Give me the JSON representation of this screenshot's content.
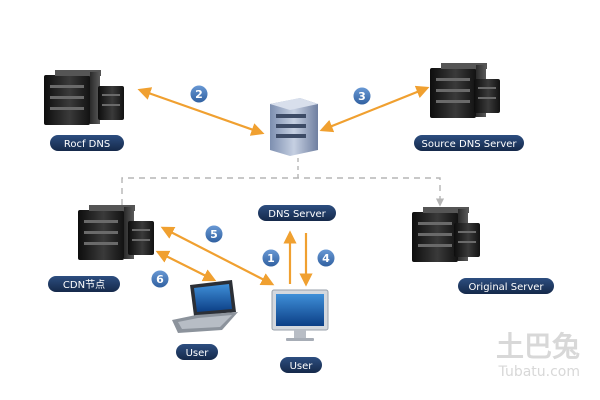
{
  "nodes": {
    "root_dns": "Rocf DNS",
    "source_dns": "Source DNS Server",
    "dns_server": "DNS Server",
    "cdn_node": "CDN节点",
    "original_server": "Original  Server",
    "user_laptop": "User",
    "user_monitor": "User"
  },
  "steps": [
    "2",
    "3",
    "5",
    "1",
    "4",
    "6"
  ],
  "watermark": {
    "cn": "土巴兔",
    "en": "Tubatu.com"
  },
  "colors": {
    "arrow": "#f0a030",
    "pill": "#1e3a66",
    "badge": "#3d72b8",
    "dashed": "#b5b5b5"
  }
}
